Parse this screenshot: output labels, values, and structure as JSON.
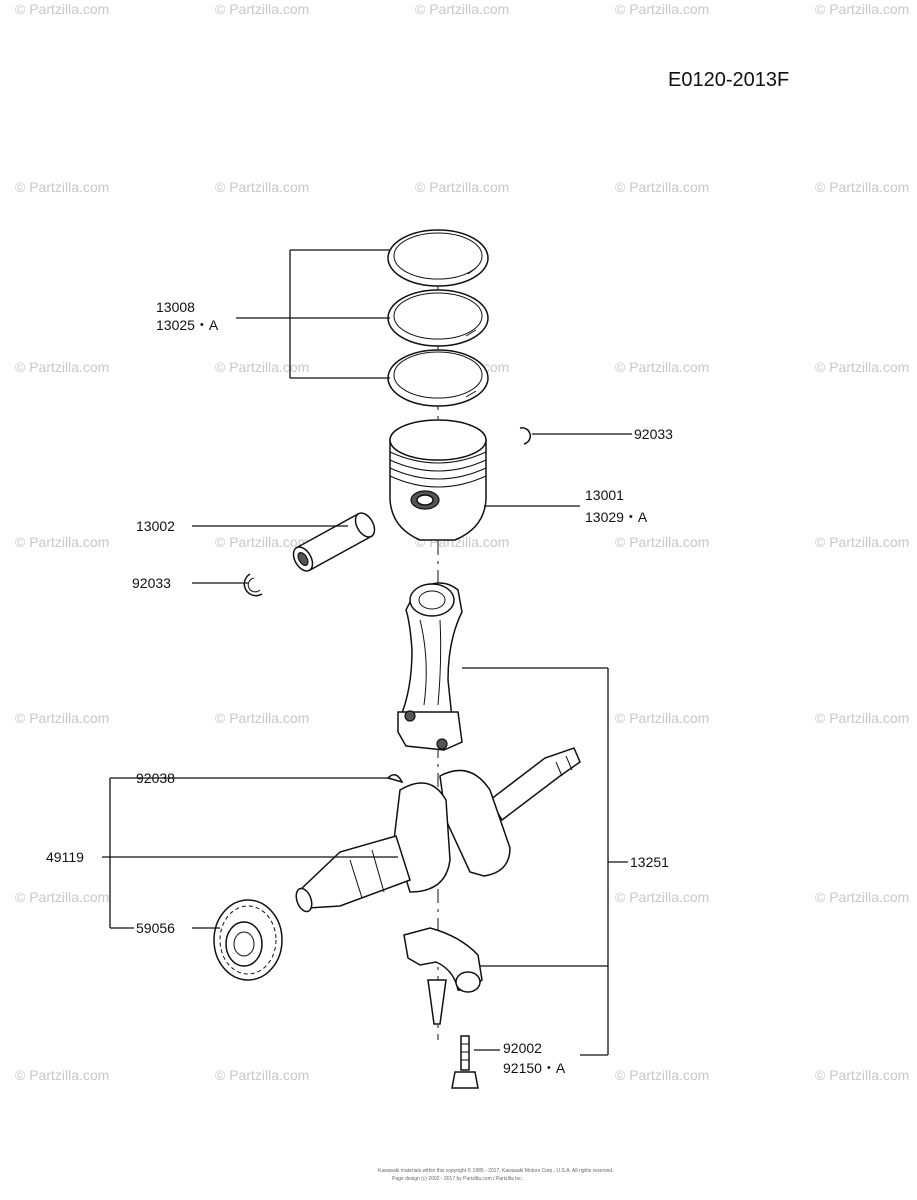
{
  "diagram_id": "E0120-2013F",
  "watermark": "© Partzilla.com",
  "callouts": [
    {
      "id": "c-13008",
      "text": "13008"
    },
    {
      "id": "c-13025a",
      "text": "13025・A"
    },
    {
      "id": "c-92033-top",
      "text": "92033"
    },
    {
      "id": "c-13001",
      "text": "13001"
    },
    {
      "id": "c-13029a",
      "text": "13029・A"
    },
    {
      "id": "c-13002",
      "text": "13002"
    },
    {
      "id": "c-92033-left",
      "text": "92033"
    },
    {
      "id": "c-92038",
      "text": "92038"
    },
    {
      "id": "c-49119",
      "text": "49119"
    },
    {
      "id": "c-59056",
      "text": "59056"
    },
    {
      "id": "c-13251",
      "text": "13251"
    },
    {
      "id": "c-92002",
      "text": "92002"
    },
    {
      "id": "c-92150a",
      "text": "92150・A"
    }
  ],
  "footer": {
    "line1": "Kawasaki materials within this copyright © 1985 - 2017, Kawasaki Motors Corp., U.S.A. All rights reserved.",
    "line2": "Page design (c) 2002 - 2017 by Partzilla.com / Partzilla Inc."
  }
}
